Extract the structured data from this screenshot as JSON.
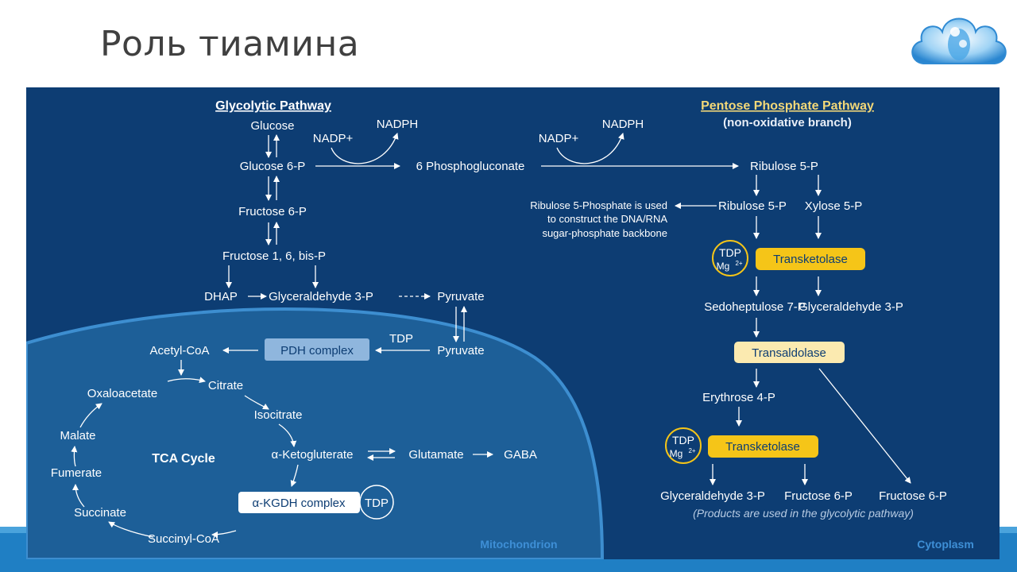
{
  "slide": {
    "title": "Роль тиамина"
  },
  "colors": {
    "background": "#0d3d73",
    "mitochondrion": "#1d5f98",
    "enzyme_yellow": "#f5c518",
    "enzyme_cream": "#fbeab0",
    "label_light_blue": "#8fb6dd",
    "heading_yellow": "#f3d878"
  },
  "headings": {
    "glycolytic": "Glycolytic Pathway",
    "pentose": "Pentose Phosphate Pathway",
    "pentose_sub": "(non-oxidative branch)",
    "tca": "TCA Cycle",
    "mitochondrion": "Mitochondrion",
    "cytoplasm": "Cytoplasm"
  },
  "glycolysis": {
    "glucose": "Glucose",
    "glucose6p": "Glucose 6-P",
    "fructose6p": "Fructose 6-P",
    "fructose16bp": "Fructose 1, 6, bis-P",
    "dhap": "DHAP",
    "g3p": "Glyceraldehyde 3-P",
    "pyruvate": "Pyruvate",
    "pyruvate_mito": "Pyruvate"
  },
  "shunt": {
    "nadp1": "NADP+",
    "nadph1": "NADPH",
    "pgluconate": "6 Phosphogluconate",
    "nadp2": "NADP+",
    "nadph2": "NADPH",
    "ribulose5p_top": "Ribulose 5-P"
  },
  "pentose": {
    "ribulose5p": "Ribulose 5-P",
    "xylose5p": "Xylose 5-P",
    "note": [
      "Ribulose 5-Phosphate is used",
      "to construct the DNA/RNA",
      "sugar-phosphate backbone"
    ],
    "tdp": "TDP",
    "mg": "Mg",
    "mg_charge": "2+",
    "transketolase1": "Transketolase",
    "sedoheptulose": "Sedoheptulose 7-P",
    "g3p": "Glyceraldehyde 3-P",
    "transaldolase": "Transaldolase",
    "erythrose": "Erythrose 4-P",
    "tdp2": "TDP",
    "mg2": "Mg",
    "mg2_charge": "2+",
    "transketolase2": "Transketolase",
    "prod_g3p": "Glyceraldehyde 3-P",
    "prod_f6p1": "Fructose 6-P",
    "prod_f6p2": "Fructose 6-P",
    "products_note": "(Products are used in the glycolytic pathway)"
  },
  "tca": {
    "acetylcoa": "Acetyl-CoA",
    "pdh": "PDH complex",
    "tdp_pdh": "TDP",
    "citrate": "Citrate",
    "oxaloacetate": "Oxaloacetate",
    "isocitrate": "Isocitrate",
    "malate": "Malate",
    "akg": "α-Ketogluterate",
    "glutamate": "Glutamate",
    "gaba": "GABA",
    "fumerate": "Fumerate",
    "akgdh": "α-KGDH complex",
    "tdp_akgdh": "TDP",
    "succinate": "Succinate",
    "succinylcoa": "Succinyl-CoA"
  }
}
